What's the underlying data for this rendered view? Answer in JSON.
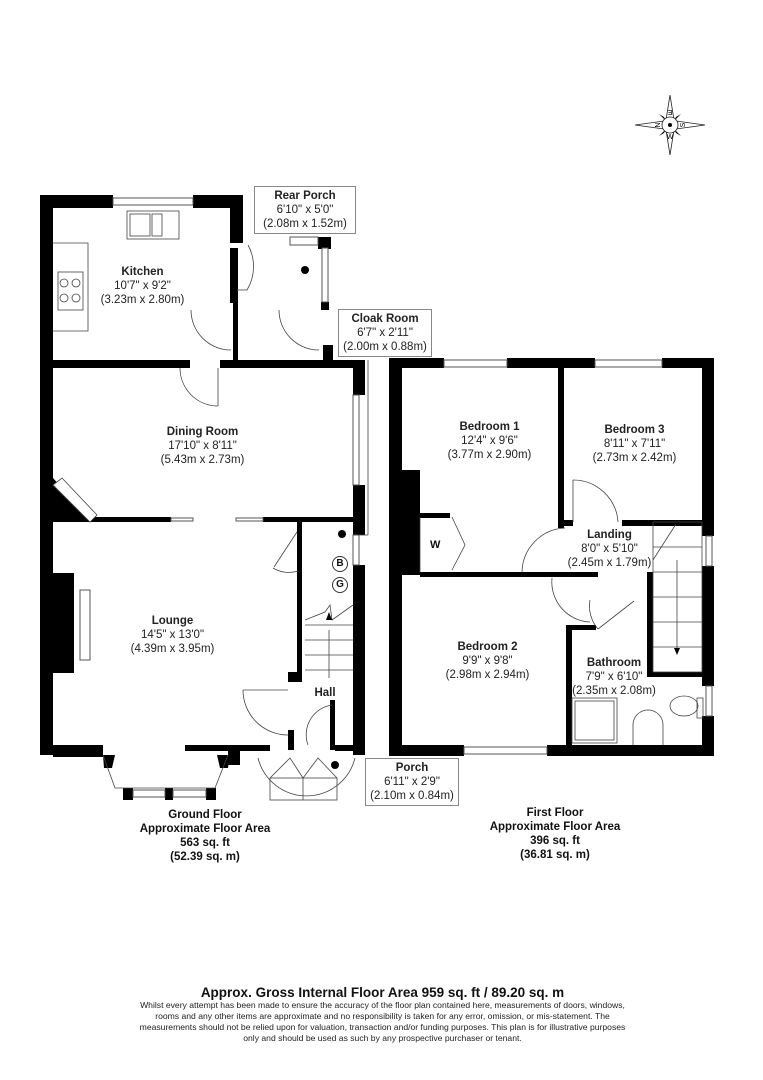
{
  "compass": {
    "labels": [
      "E",
      "N",
      "S",
      "W"
    ]
  },
  "ground_floor": {
    "rooms": [
      {
        "name": "Kitchen",
        "imperial": "10'7\" x 9'2\"",
        "metric": "(3.23m x 2.80m)"
      },
      {
        "name": "Rear Porch",
        "imperial": "6'10\" x 5'0\"",
        "metric": "(2.08m x 1.52m)"
      },
      {
        "name": "Cloak Room",
        "imperial": "6'7\" x 2'11\"",
        "metric": "(2.00m x 0.88m)"
      },
      {
        "name": "Dining Room",
        "imperial": "17'10\" x 8'11\"",
        "metric": "(5.43m x 2.73m)"
      },
      {
        "name": "Lounge",
        "imperial": "14'5\" x 13'0\"",
        "metric": "(4.39m x 3.95m)"
      },
      {
        "name": "Hall"
      },
      {
        "name": "Porch",
        "imperial": "6'11\" x 2'9\"",
        "metric": "(2.10m x 0.84m)"
      }
    ],
    "symbols": {
      "boiler": "B",
      "gas": "G"
    },
    "area": {
      "title": "Ground Floor",
      "subtitle": "Approximate Floor Area",
      "sqft": "563 sq. ft",
      "sqm": "(52.39 sq. m)"
    }
  },
  "first_floor": {
    "rooms": [
      {
        "name": "Bedroom 1",
        "imperial": "12'4\" x 9'6\"",
        "metric": "(3.77m x 2.90m)"
      },
      {
        "name": "Bedroom 3",
        "imperial": "8'11\" x 7'11\"",
        "metric": "(2.73m x 2.42m)"
      },
      {
        "name": "Landing",
        "imperial": "8'0\" x 5'10\"",
        "metric": "(2.45m x 1.79m)"
      },
      {
        "name": "Bedroom 2",
        "imperial": "9'9\" x 9'8\"",
        "metric": "(2.98m x 2.94m)"
      },
      {
        "name": "Bathroom",
        "imperial": "7'9\" x 6'10\"",
        "metric": "(2.35m x 2.08m)"
      }
    ],
    "wardrobe_label": "W",
    "area": {
      "title": "First Floor",
      "subtitle": "Approximate Floor Area",
      "sqft": "396 sq. ft",
      "sqm": "(36.81 sq. m)"
    }
  },
  "footer": {
    "total": "Approx. Gross Internal Floor Area 959 sq. ft / 89.20 sq. m",
    "disclaimer": [
      "Whilst every attempt has been made to ensure the accuracy of the floor plan contained here, measurements of doors, windows,",
      "rooms and any other items are approximate and no responsibility is taken for any error, omission, or mis-statement. The",
      "measurements should not be relied upon for valuation, transaction and/or funding purposes. This plan is for illustrative purposes",
      "only and should be used as such by any prospective purchaser or tenant."
    ]
  }
}
